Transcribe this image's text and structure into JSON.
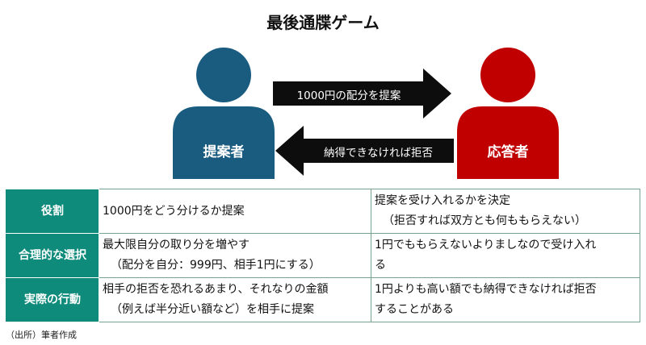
{
  "title": "最後通牒ゲーム",
  "proposer": {
    "label": "提案者",
    "color": "#1a5c80"
  },
  "responder": {
    "label": "応答者",
    "color": "#c00000"
  },
  "arrows": {
    "offer": "1000円の配分を提案",
    "reject": "納得できなければ拒否",
    "color": "#0d0d0d"
  },
  "table": {
    "header_color": "#0f8b7b",
    "rows": [
      {
        "header": "役割",
        "proposer": [
          "1000円をどう分けるか提案"
        ],
        "responder": [
          "提案を受け入れるかを決定",
          "（拒否すれば双方とも何ももらえない）"
        ]
      },
      {
        "header": "合理的な選択",
        "proposer": [
          "最大限自分の取り分を増やす",
          "（配分を自分：999円、相手1円にする）"
        ],
        "responder": [
          "1円でももらえないよりましなので受け入れ",
          "る"
        ]
      },
      {
        "header": "実際の行動",
        "proposer": [
          "相手の拒否を恐れるあまり、それなりの金額",
          "（例えば半分近い額など）を相手に提案"
        ],
        "responder": [
          "1円よりも高い額でも納得できなければ拒否",
          "することがある"
        ]
      }
    ]
  },
  "source": "（出所）筆者作成"
}
